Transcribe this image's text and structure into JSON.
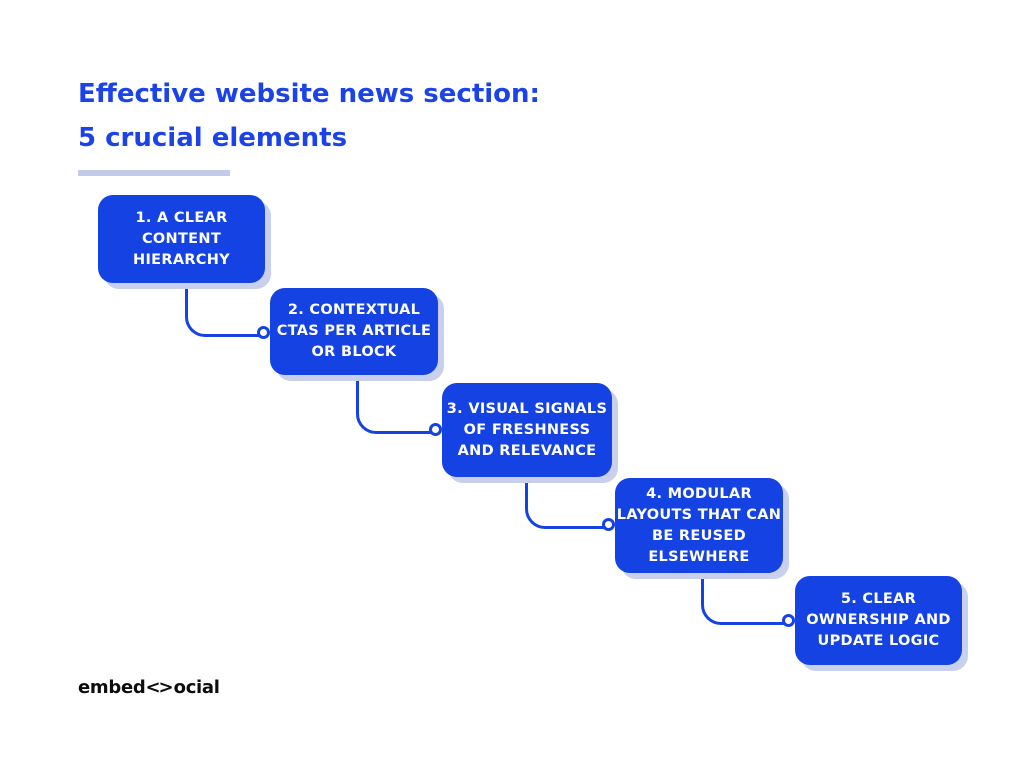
{
  "title": {
    "line1": "Effective website news section:",
    "line2": "5 crucial elements"
  },
  "boxes": [
    {
      "label": "1. A CLEAR CONTENT HIERARCHY",
      "lines": [
        "1. A CLEAR",
        "CONTENT",
        "HIERARCHY"
      ]
    },
    {
      "label": "2. CONTEXTUAL CTAS PER ARTICLE OR BLOCK",
      "lines": [
        "2. CONTEXTUAL",
        "CTAS PER ARTICLE",
        "OR BLOCK"
      ]
    },
    {
      "label": "3. VISUAL SIGNALS OF FRESHNESS AND RELEVANCE",
      "lines": [
        "3. VISUAL SIGNALS",
        "OF FRESHNESS",
        "AND RELEVANCE"
      ]
    },
    {
      "label": "4. MODULAR LAYOUTS THAT CAN BE REUSED ELSEWHERE",
      "lines": [
        "4. MODULAR",
        "LAYOUTS THAT CAN",
        "BE REUSED",
        "ELSEWHERE"
      ]
    },
    {
      "label": "5. CLEAR OWNERSHIP AND UPDATE LOGIC",
      "lines": [
        "5. CLEAR",
        "OWNERSHIP AND",
        "UPDATE LOGIC"
      ]
    }
  ],
  "logo": {
    "prefix": "embed",
    "glyph": "<>",
    "suffix": "ocial"
  },
  "colors": {
    "box_blue": "#1542e2",
    "title_blue": "#1b43e8",
    "box_shadow": "#c9d0ed",
    "divider": "#c3cbe9",
    "box_text": "#ffffff",
    "logo_text": "#0d0d0d",
    "background": "#ffffff"
  }
}
